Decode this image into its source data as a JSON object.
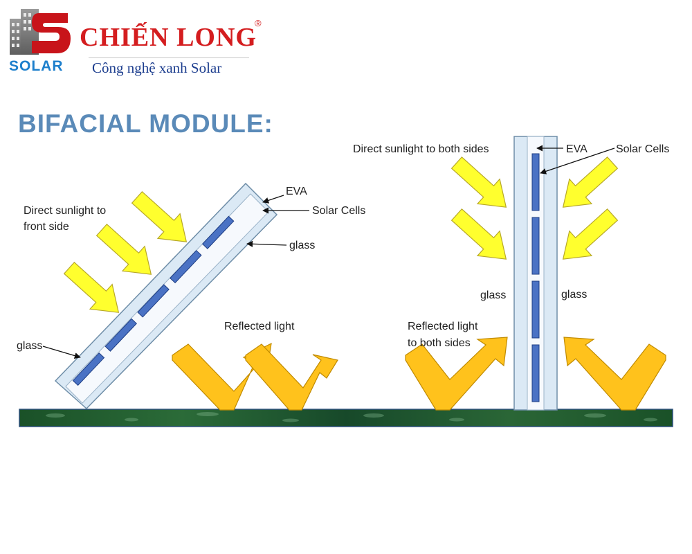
{
  "brand": {
    "name": "CHIẾN LONG",
    "registered_mark": "®",
    "tagline": "Công nghệ xanh Solar",
    "solar_word": "SOLAR",
    "logo_letter": "S"
  },
  "title": "BIFACIAL MODULE:",
  "left_panel": {
    "direct_label_line1": "Direct sunlight to",
    "direct_label_line2": "front side",
    "eva_label": "EVA",
    "cells_label": "Solar Cells",
    "glass_label_top": "glass",
    "glass_label_bottom": "glass",
    "reflected_label": "Reflected light"
  },
  "right_panel": {
    "direct_label": "Direct sunlight to both sides",
    "eva_label": "EVA",
    "cells_label": "Solar Cells",
    "glass_label_left": "glass",
    "glass_label_right": "glass",
    "reflected_label_line1": "Reflected light",
    "reflected_label_line2": "to both sides"
  },
  "colors": {
    "brand_red": "#d41d1f",
    "brand_blue": "#1c3d8e",
    "title_blue": "#5a8ab8",
    "glass": "#dbe9f5",
    "cell": "#4a72c4",
    "sun_arrow": "#ffff2e",
    "reflect_arrow": "#ffc21c",
    "ground": "#1d5a2c"
  }
}
